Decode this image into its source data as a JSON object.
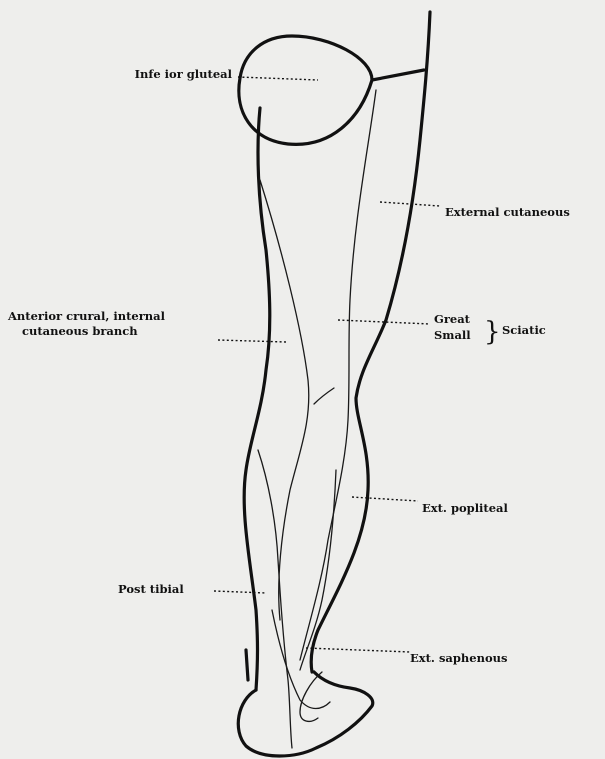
{
  "labels": {
    "inferior_gluteal": "Infe ior gluteal",
    "external_cutaneous": "External cutaneous",
    "anterior_crural_line1": "Anterior crural, internal",
    "anterior_crural_line2": "cutaneous branch",
    "great": "Great",
    "small": "Small",
    "sciatic": "Sciatic",
    "ext_popliteal": "Ext. popliteal",
    "post_tibial": "Post tibial",
    "ext_saphenous": "Ext. saphenous"
  },
  "colors": {
    "background": "#eeeeec",
    "ink": "#111111"
  }
}
